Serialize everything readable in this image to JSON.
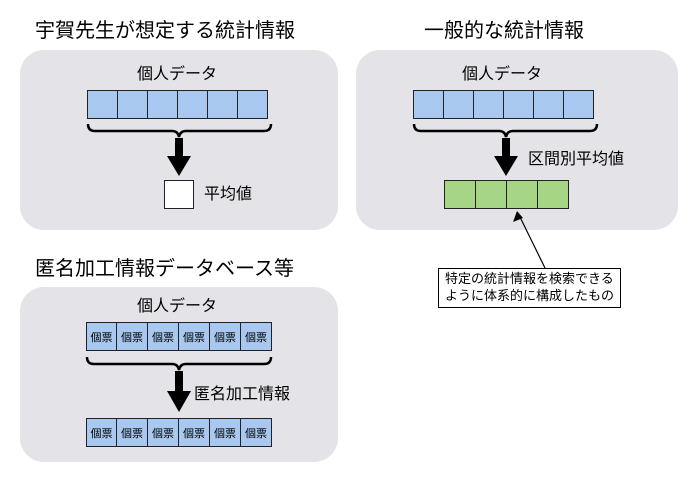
{
  "panels": {
    "sensei": {
      "title": "宇賀先生が想定する統計情報",
      "data_label": "個人データ",
      "record_count": 6,
      "result_label": "平均値"
    },
    "general": {
      "title": "一般的な統計情報",
      "data_label": "個人データ",
      "record_count": 6,
      "arrow_label": "区間別平均値",
      "result_count": 4,
      "callout_line1": "特定の統計情報を検索できる",
      "callout_line2": "ように体系的に構成したもの"
    },
    "anonymized": {
      "title": "匿名加工情報データベース等",
      "data_label": "個人データ",
      "ticket_label": "個票",
      "record_count": 6,
      "arrow_label": "匿名加工情報"
    }
  },
  "colors": {
    "panel": "#e3e3e8",
    "record": "#a8c8ef",
    "summary": "#a6d586"
  }
}
